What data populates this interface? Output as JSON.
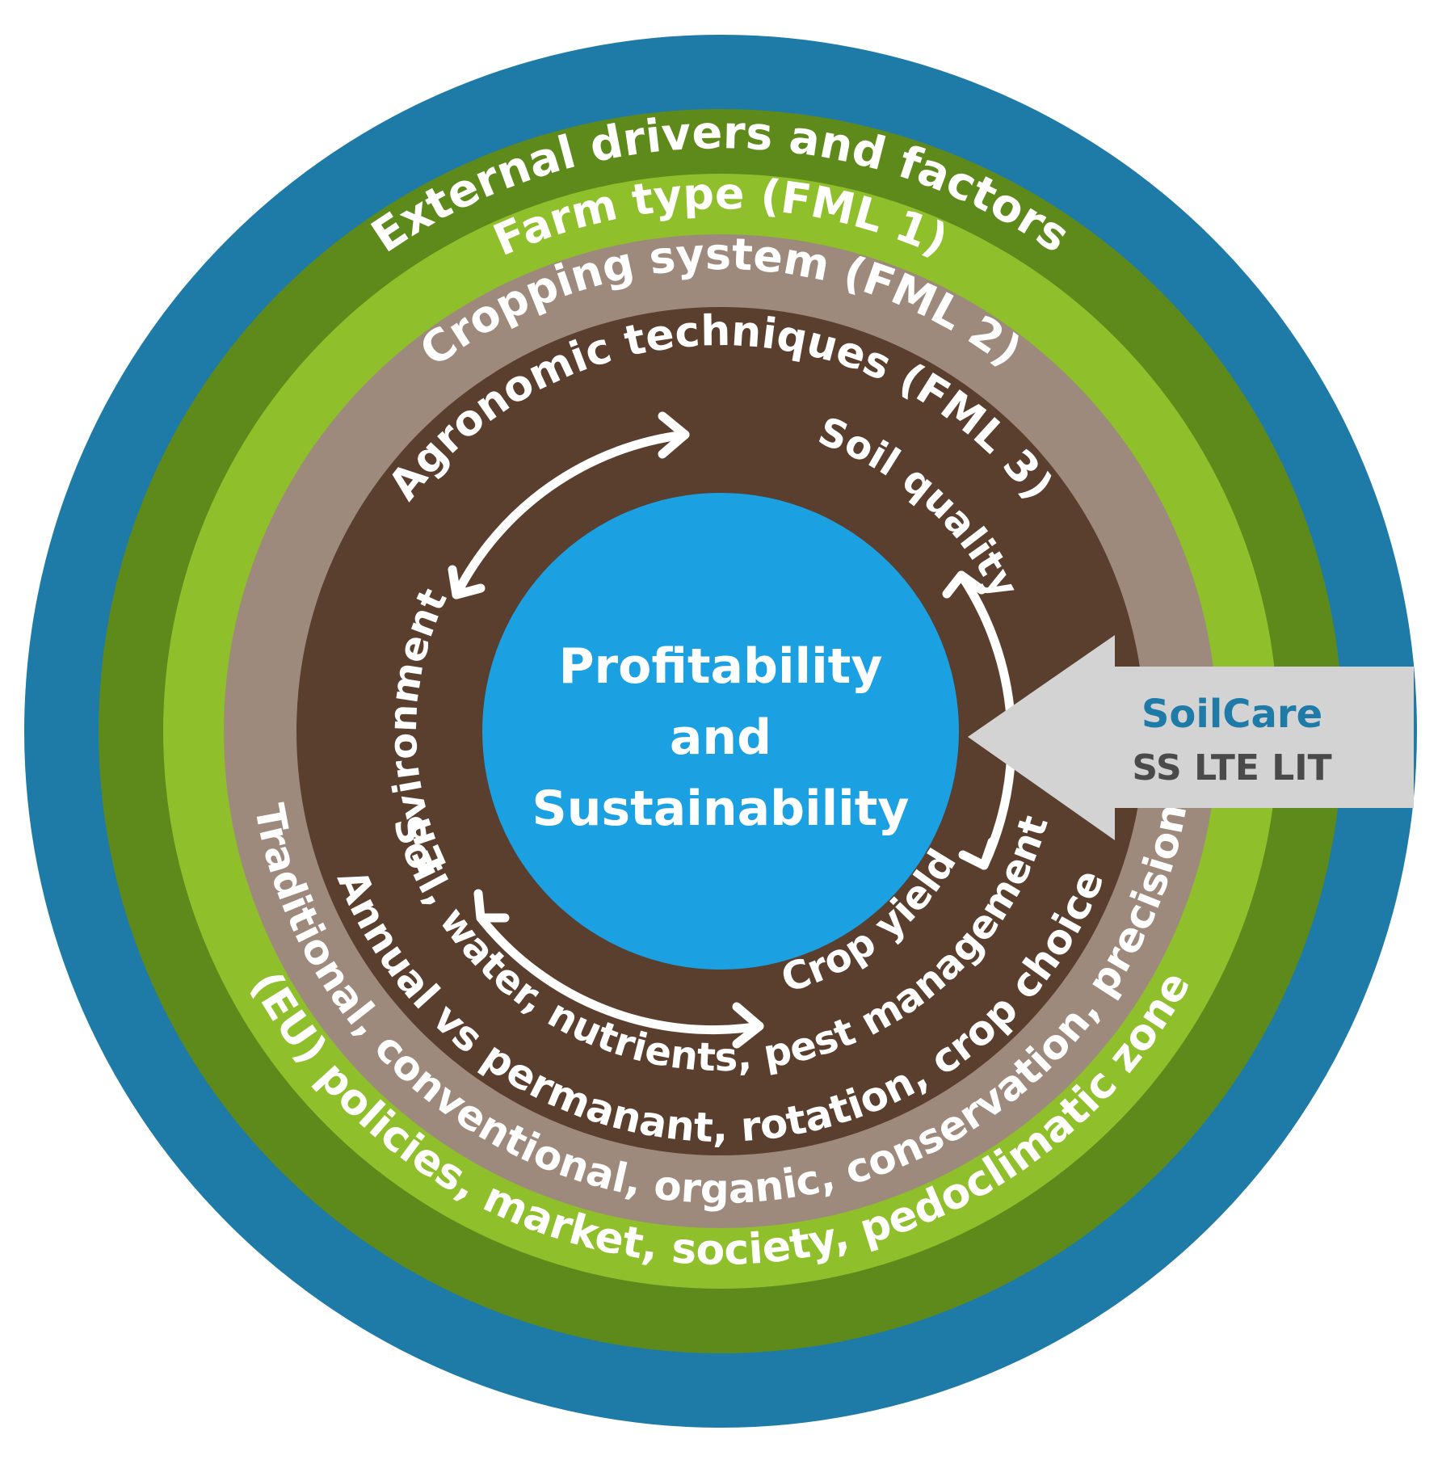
{
  "rings": [
    {
      "id": "external",
      "top_label": "External drivers and factors",
      "bottom_label": "(EU) policies, market, society, pedoclimatic zone",
      "color": "#1e7aa6"
    },
    {
      "id": "farm-type",
      "top_label": "Farm type (FML 1)",
      "bottom_label": "Traditional, conventional, organic, conservation, precision",
      "color": "#5e8a1c"
    },
    {
      "id": "cropping",
      "top_label": "Cropping system (FML 2)",
      "bottom_label": "Annual vs permanant, rotation, crop choice",
      "color": "#8fbf2a"
    },
    {
      "id": "agronomic",
      "top_label": "Agronomic techniques (FML 3)",
      "bottom_label": "Soil, water, nutrients, pest management",
      "color": "#9e8a7c"
    }
  ],
  "inner_ring": {
    "color": "#5a3e2e",
    "labels": {
      "soil_quality": "Soil quality",
      "crop_yield": "Crop yield",
      "environment": "Environment"
    }
  },
  "center": {
    "lines": [
      "Profitability",
      "and",
      "Sustainability"
    ],
    "color": "#1ba0e2"
  },
  "side_arrow": {
    "line1": "SoilCare",
    "line2": "SS LTE LIT",
    "fill": "#d3d3d3",
    "line1_color": "#1e7aa6",
    "line2_color": "#4a4a4a"
  }
}
